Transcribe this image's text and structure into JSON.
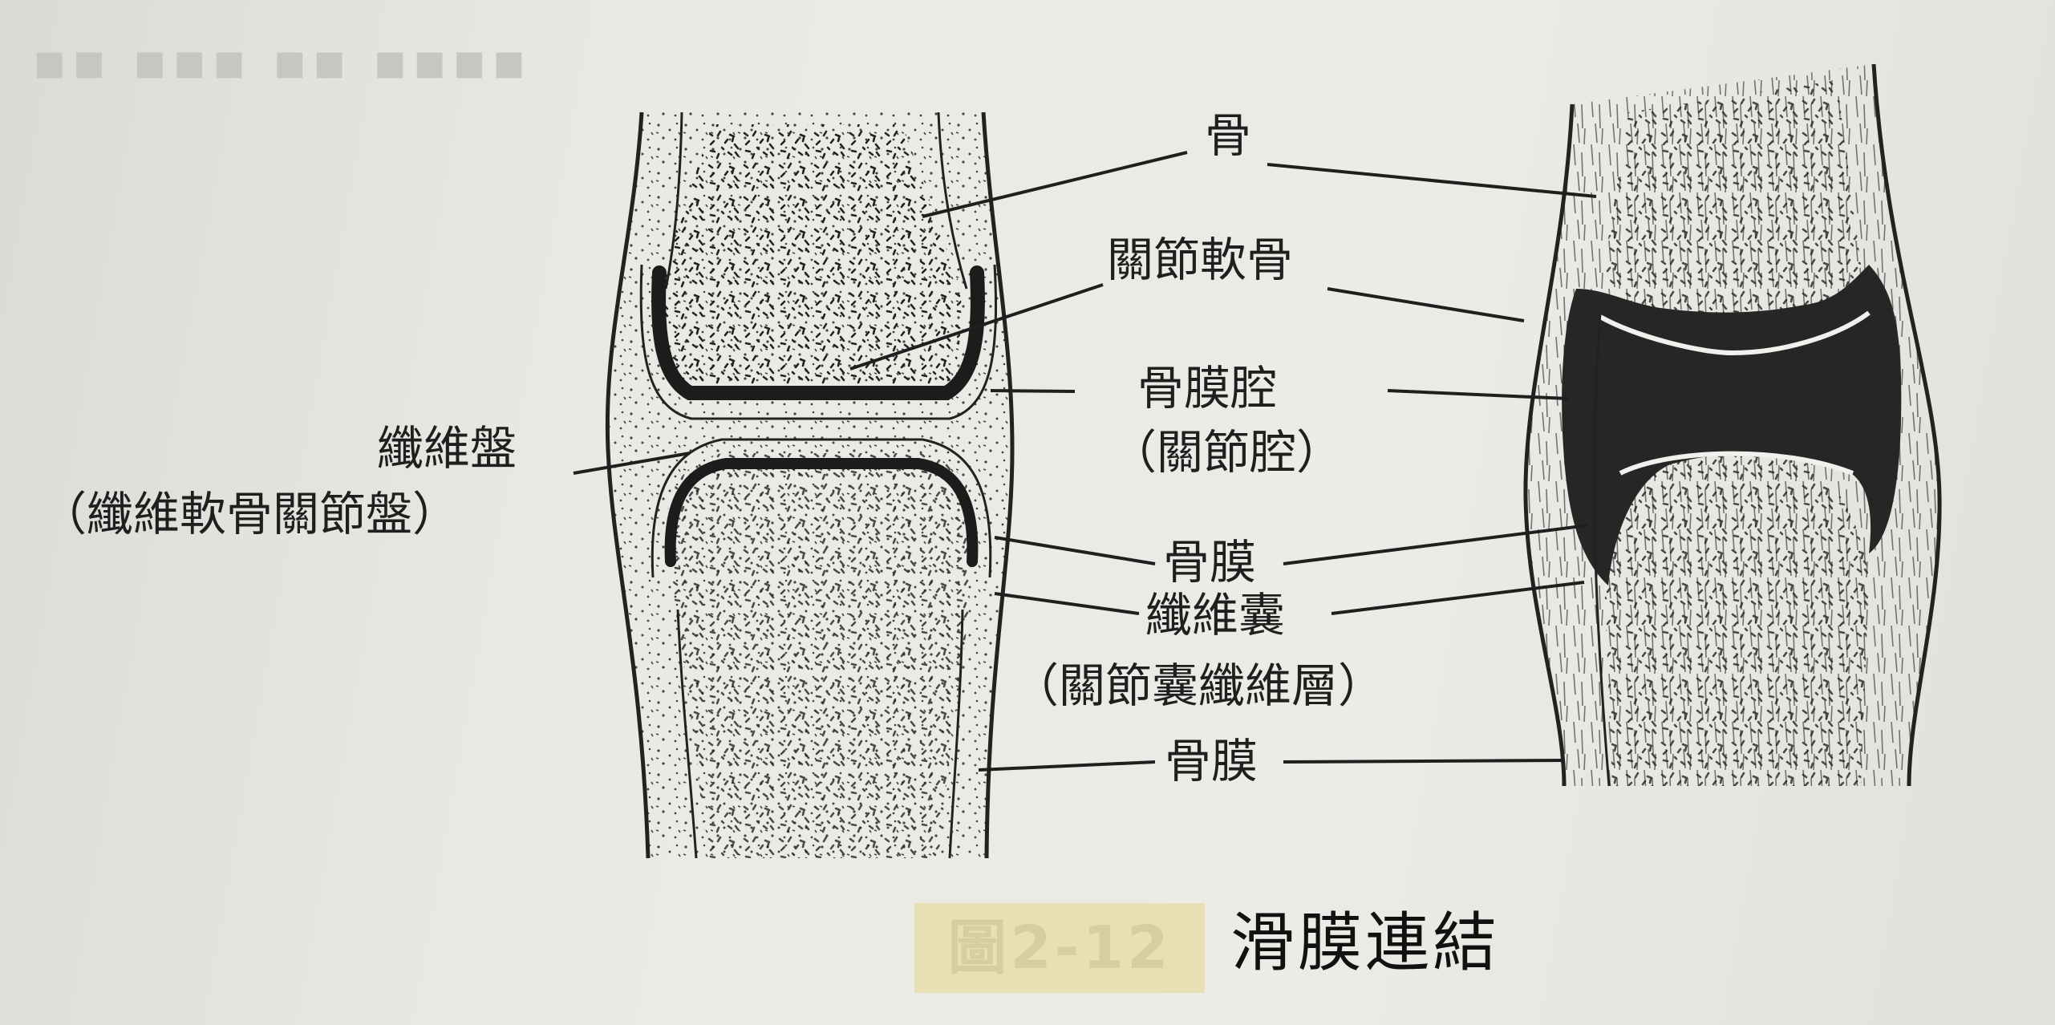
{
  "labels": {
    "bone": "骨",
    "articular_cartilage": "關節軟骨",
    "bone_membrane_cavity": "骨膜腔",
    "joint_cavity": "（關節腔）",
    "fibrous_disc": "纖維盤",
    "fibrocartilage_disc": "（纖維軟骨關節盤）",
    "periosteum_upper": "骨膜",
    "fibrous_capsule": "纖維囊",
    "capsule_fibrous_layer": "（關節囊纖維層）",
    "periosteum_lower": "骨膜"
  },
  "caption": {
    "figure_number": "圖2-12",
    "title": "滑膜連結"
  },
  "colors": {
    "paper": "#e8e6e1",
    "ink": "#1f1f1f",
    "caption_highlight": "#e9dfb4"
  }
}
